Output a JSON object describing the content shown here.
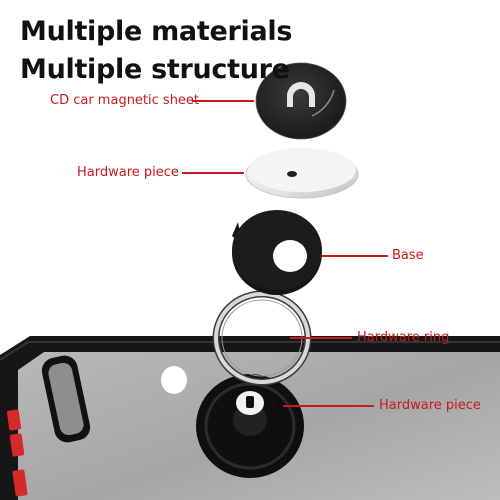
{
  "headline": {
    "line1": "Multiple materials",
    "line2": "Multiple structure"
  },
  "callouts": {
    "magnetic_sheet": "CD car magnetic sheet",
    "hardware_piece_top": "Hardware piece",
    "base": "Base",
    "hardware_ring": "Hardware ring",
    "hardware_piece_bottom": "Hardware piece"
  },
  "colors": {
    "accent_red": "#c8191c",
    "title_text": "#111111",
    "case_black": "#1a1a1a",
    "button_red": "#d42a2a"
  }
}
